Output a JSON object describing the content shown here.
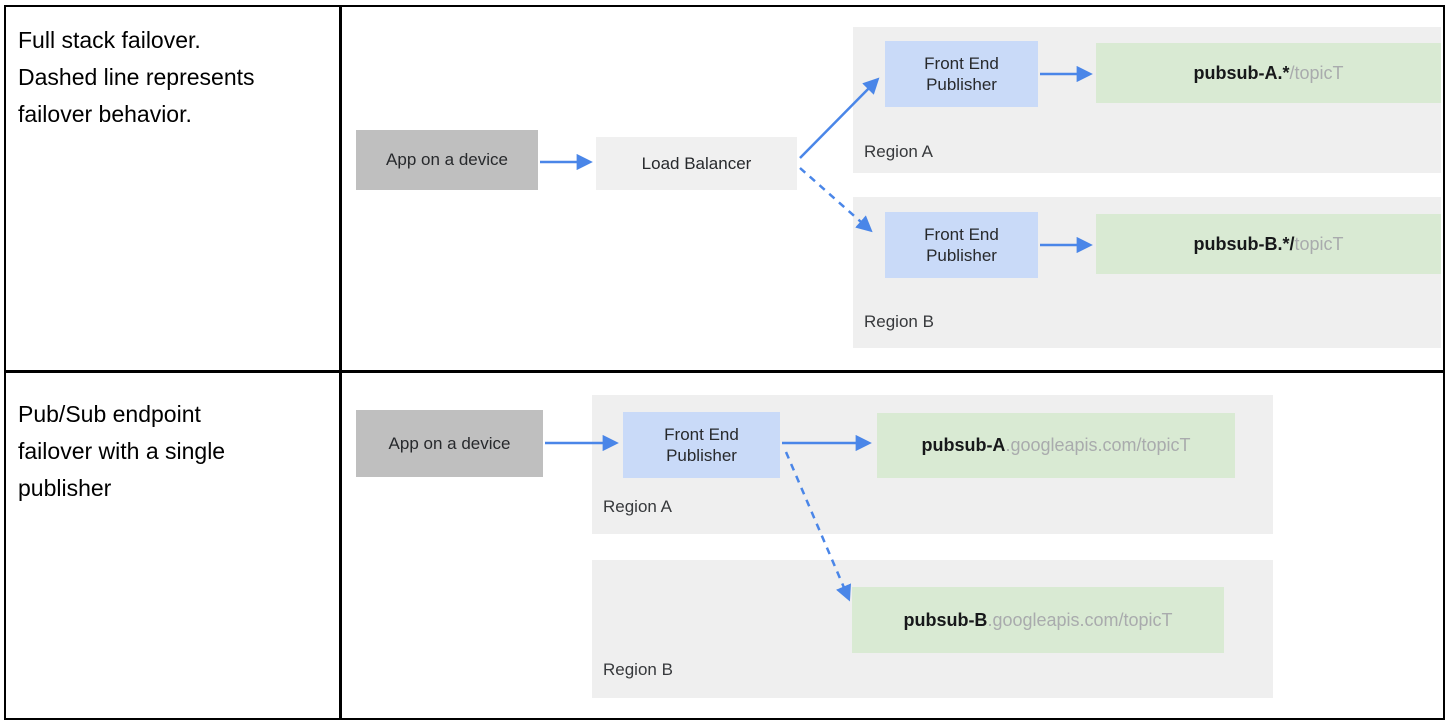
{
  "page": {
    "kind": "documentation-table-with-diagrams"
  },
  "colors": {
    "arrow_blue": "#4a86e8",
    "app_box_fill": "#bfbfbf",
    "load_balancer_fill": "#f0f0f0",
    "region_fill": "#efefef",
    "publisher_fill": "#c9daf8",
    "endpoint_fill": "#d9ead3",
    "endpoint_bold_text": "#17181a",
    "endpoint_gray_text": "#a9abad",
    "border": "#000000"
  },
  "rows": [
    {
      "description_lines": [
        "Full stack failover.",
        "Dashed line represents",
        "failover behavior."
      ],
      "diagram": {
        "app_box": "App on a device",
        "load_balancer": "Load Balancer",
        "regions": [
          {
            "label": "Region A",
            "publisher": [
              "Front End",
              "Publisher"
            ],
            "endpoint": {
              "bold": "pubsub-A.*",
              "gray": "/topicT"
            }
          },
          {
            "label": "Region B",
            "publisher": [
              "Front End",
              "Publisher"
            ],
            "endpoint": {
              "bold": "pubsub-B.*/",
              "gray": "topicT"
            }
          }
        ]
      }
    },
    {
      "description_lines": [
        "Pub/Sub endpoint",
        "failover with a single",
        "publisher"
      ],
      "diagram": {
        "app_box": "App on a device",
        "publisher": [
          "Front End",
          "Publisher"
        ],
        "regions": [
          {
            "label": "Region A",
            "endpoint": {
              "bold": "pubsub-A",
              "gray": ".googleapis.com/topicT"
            }
          },
          {
            "label": "Region B",
            "endpoint": {
              "bold": "pubsub-B",
              "gray": ".googleapis.com/topicT"
            }
          }
        ]
      }
    }
  ]
}
